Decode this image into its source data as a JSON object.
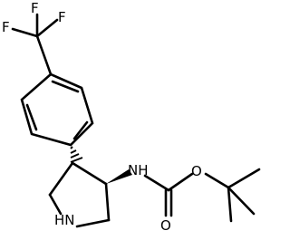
{
  "molecule": {
    "atoms": {
      "F1": "F",
      "F2": "F",
      "F3": "F",
      "NH_amide": "NH",
      "O_carbonyl": "O",
      "O_ester": "O",
      "NH_ring": "HN"
    },
    "stereo_bonds": {
      "aryl_to_ring": "hashed-wedge",
      "ring_to_NH": "bold-wedge"
    }
  }
}
